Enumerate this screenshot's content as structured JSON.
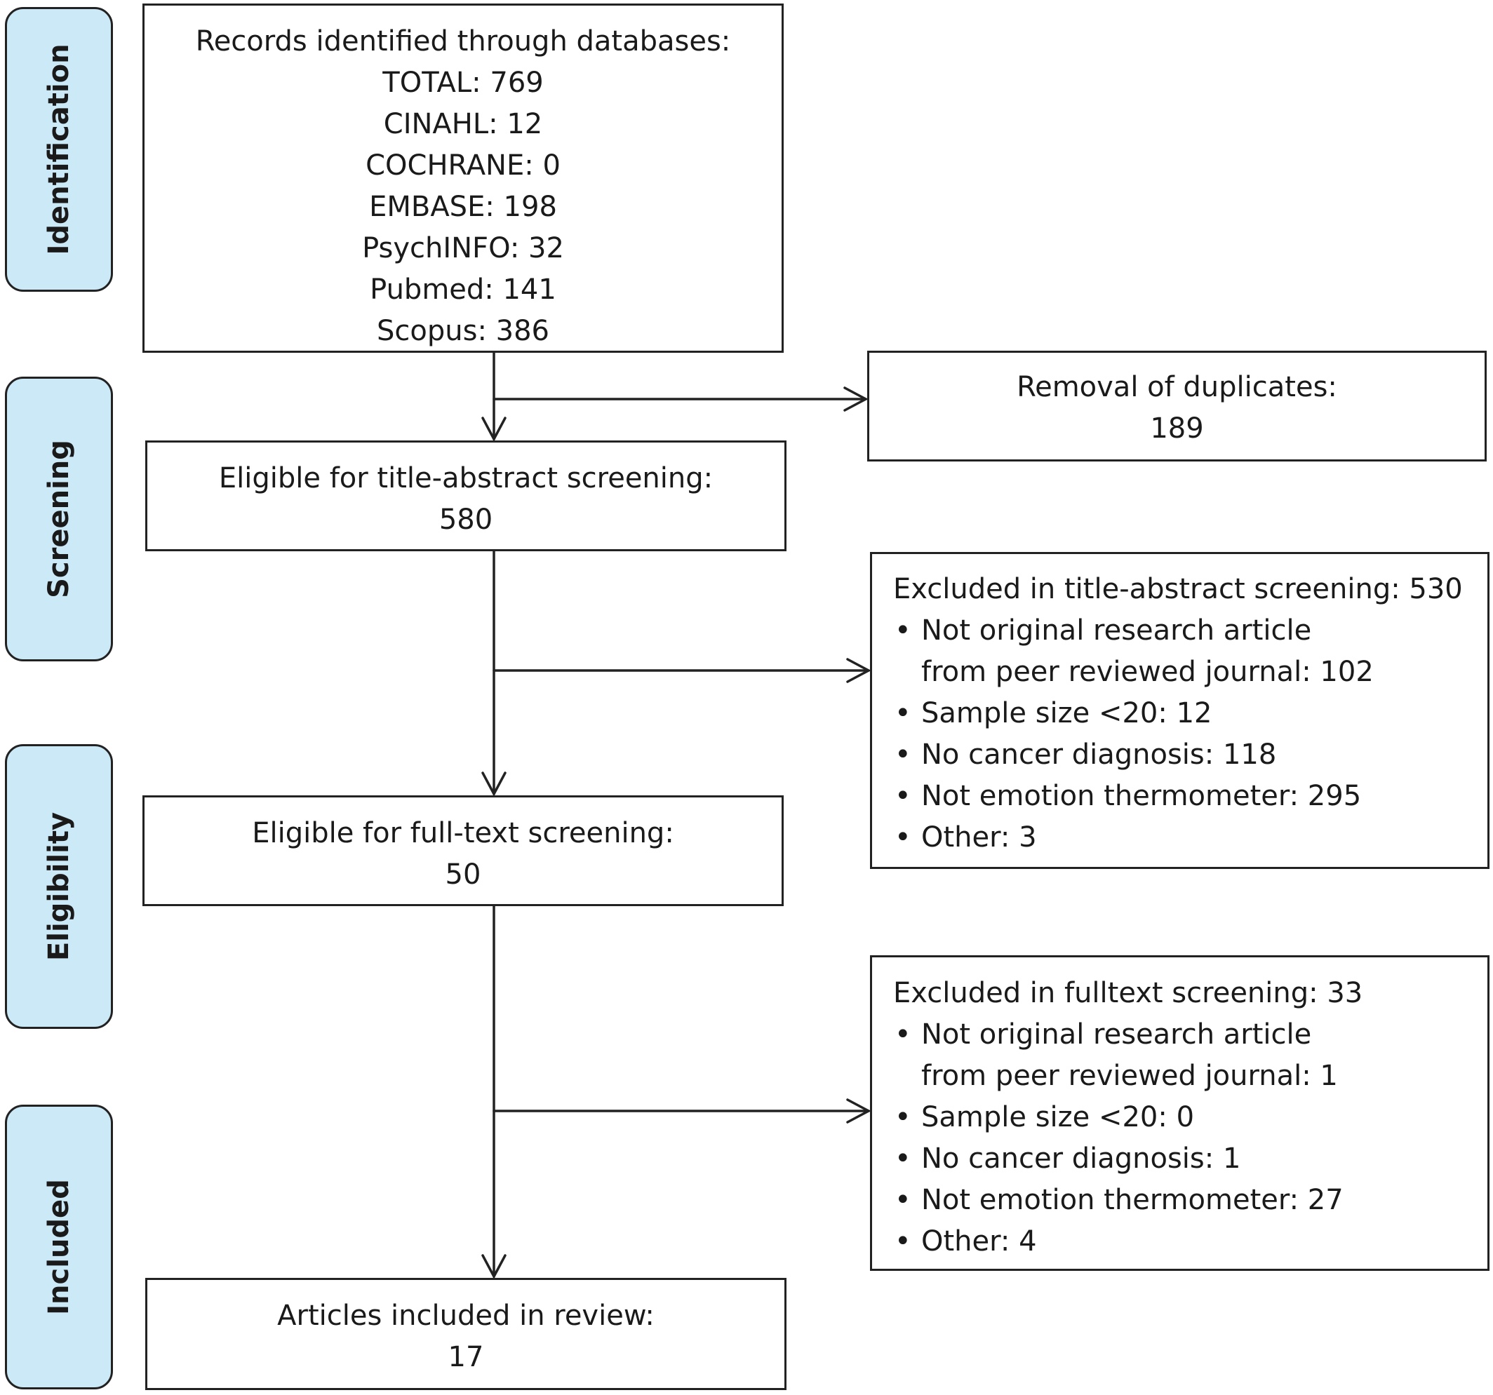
{
  "phases": [
    "Identification",
    "Screening",
    "Eligibility",
    "Included"
  ],
  "records": {
    "heading": "Records identified through databases:",
    "lines": [
      "TOTAL: 769",
      "CINAHL: 12",
      "COCHRANE: 0",
      "EMBASE: 198",
      "PsychINFO: 32",
      "Pubmed: 141",
      "Scopus: 386"
    ]
  },
  "duplicates": {
    "heading": "Removal of duplicates:",
    "value": "189"
  },
  "title_abstract": {
    "heading": "Eligible for title-abstract screening:",
    "value": "580"
  },
  "excluded_title_abstract": {
    "heading": "Excluded in title-abstract screening: 530",
    "items": [
      {
        "line1": "Not original research article",
        "line2": "from peer reviewed journal: 102"
      },
      {
        "line1": "Sample size <20: 12"
      },
      {
        "line1": "No cancer diagnosis: 118"
      },
      {
        "line1": "Not emotion thermometer: 295"
      },
      {
        "line1": "Other: 3"
      }
    ]
  },
  "full_text": {
    "heading": "Eligible for full-text screening:",
    "value": "50"
  },
  "excluded_full_text": {
    "heading": "Excluded in fulltext screening: 33",
    "items": [
      {
        "line1": "Not original research article",
        "line2": "from peer reviewed journal: 1"
      },
      {
        "line1": "Sample size <20: 0"
      },
      {
        "line1": "No cancer diagnosis: 1"
      },
      {
        "line1": "Not emotion thermometer: 27"
      },
      {
        "line1": "Other: 4"
      }
    ]
  },
  "included": {
    "heading": "Articles included in review:",
    "value": "17"
  }
}
